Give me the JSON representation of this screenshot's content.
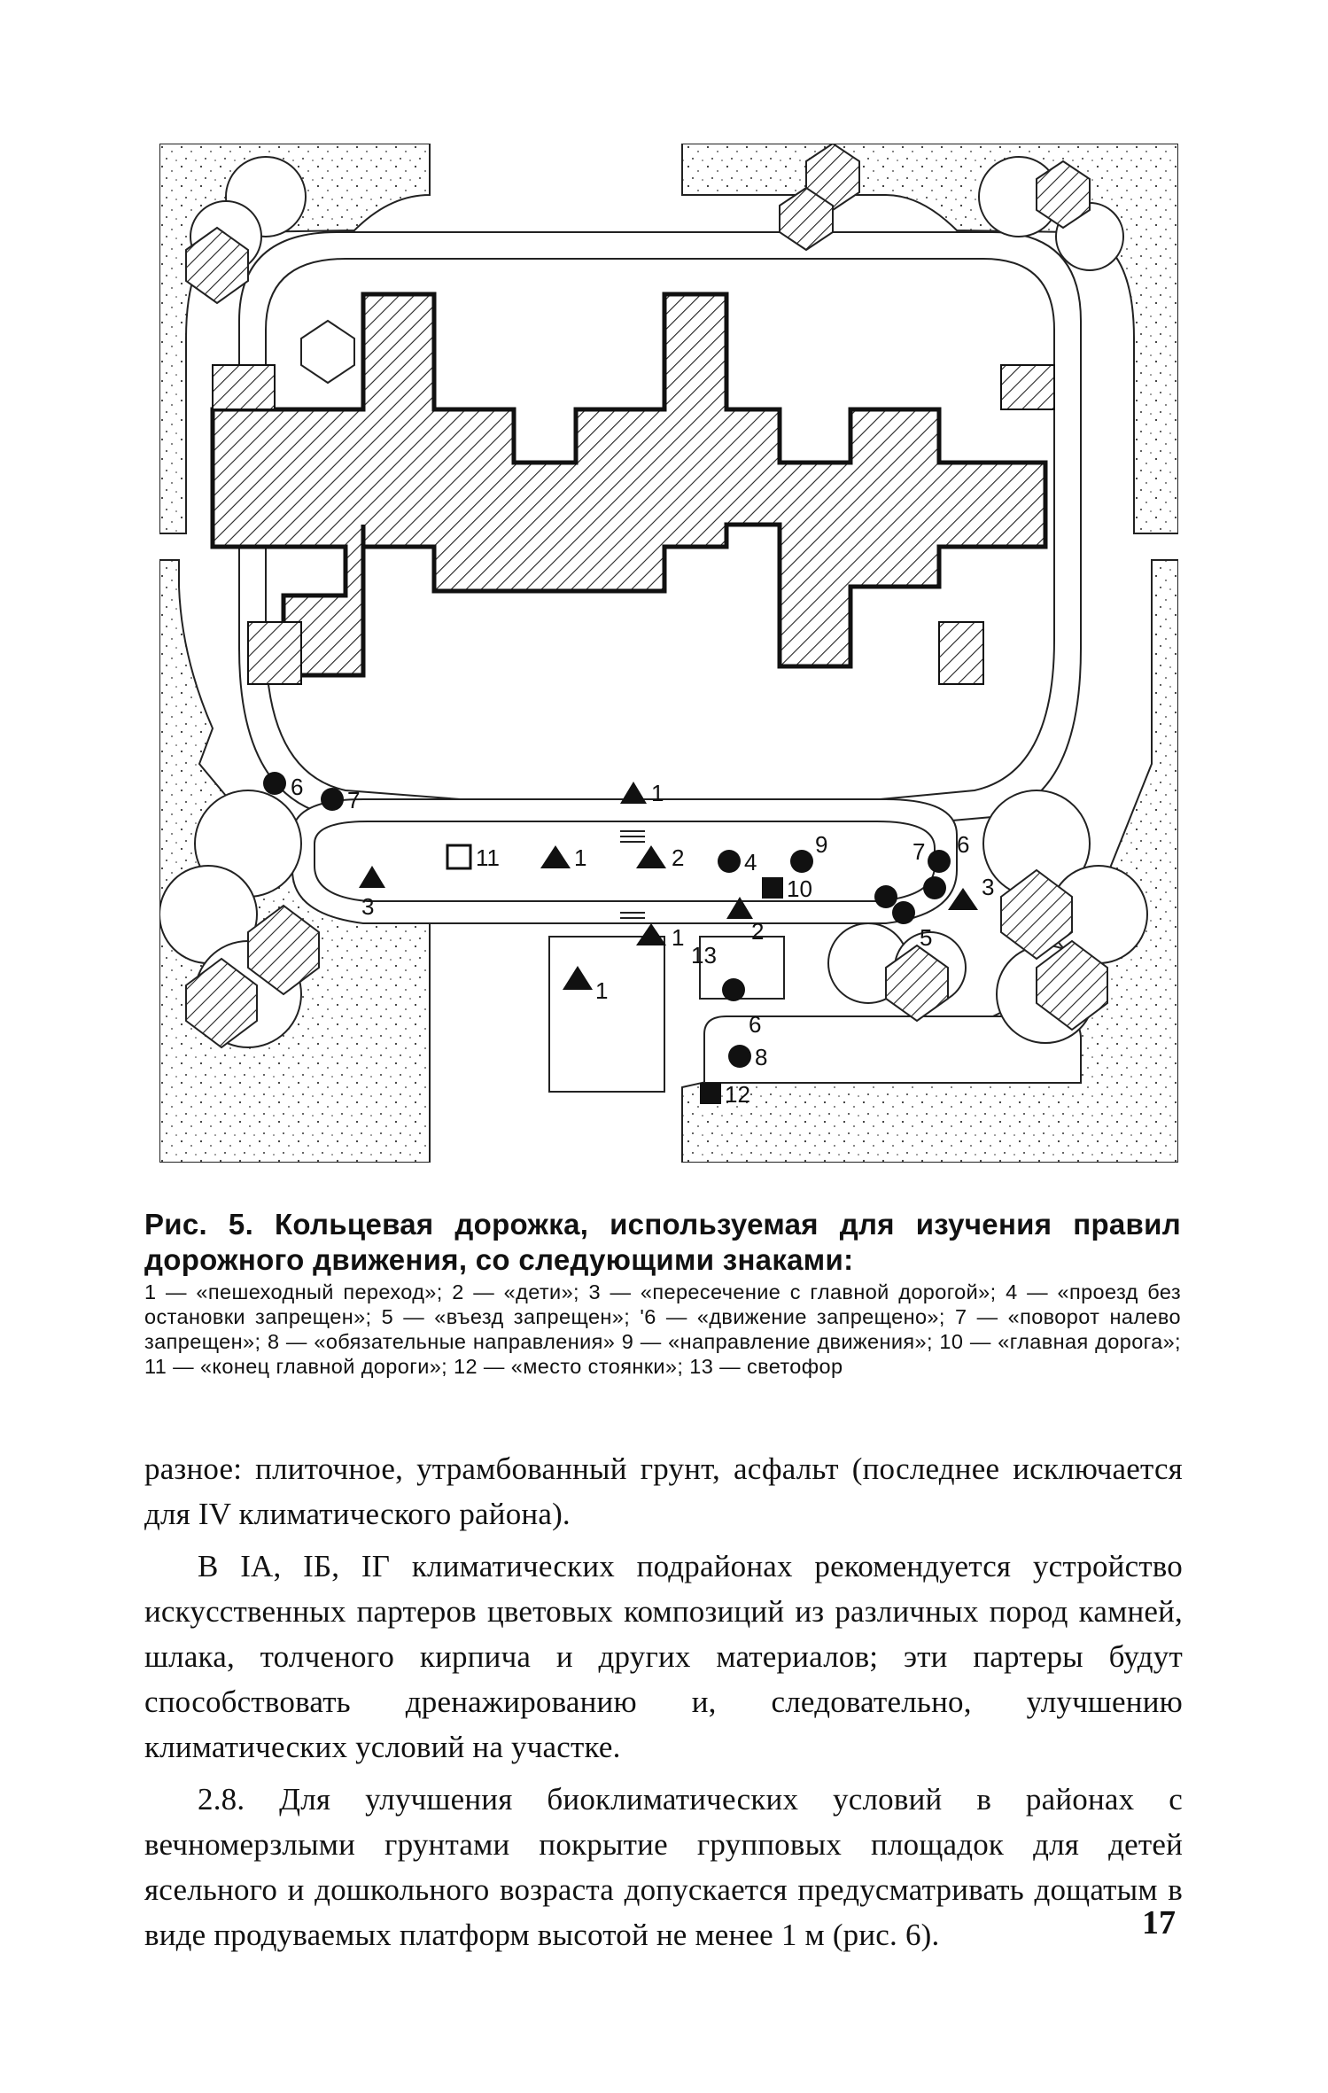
{
  "figure": {
    "labels": [
      "6",
      "7",
      "1",
      "11",
      "1",
      "2",
      "4",
      "9",
      "10",
      "7",
      "6",
      "3",
      "3",
      "1",
      "2",
      "13",
      "5",
      "1",
      "6",
      "8",
      "12"
    ]
  },
  "caption": {
    "title": "Рис. 5. Кольцевая дорожка, используемая для изучения правил дорожного движения, со следующими знаками:",
    "legend": "1 — «пешеходный переход»; 2 — «дети»; 3 — «пересечение с главной дорогой»; 4 — «проезд без остановки запрещен»; 5 — «въезд запрещен»; '6 — «движение запрещено»; 7 — «поворот налево запрещен»; 8 — «обязательные направления» 9 — «направление движения»; 10 — «главная дорога»; 11 — «конец главной дороги»; 12 — «место стоянки»; 13 — светофор"
  },
  "body": {
    "p1": "разное: плиточное, утрамбованный грунт, асфальт (последнее исключается для IV климатического района).",
    "p2": "В IА, IБ, IГ климатических подрайонах рекомендуется устройство искусственных партеров цветовых композиций из различных пород камней, шлака, толченого кирпича и других материалов; эти партеры будут способствовать дренажированию и, следовательно, улучшению климатических условий на участке.",
    "p3": "2.8. Для улучшения биоклиматических условий в районах с вечномерзлыми грунтами покрытие групповых площадок для детей ясельного и дошкольного возраста допускается предусматривать дощатым в виде продуваемых платформ высотой не менее 1 м (рис. 6)."
  },
  "page_number": "17"
}
